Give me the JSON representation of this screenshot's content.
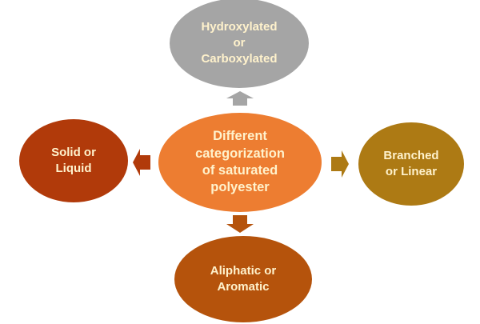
{
  "center": {
    "lines": [
      "Different",
      "categorization",
      "of saturated",
      "polyester"
    ],
    "color": "#ED7D31"
  },
  "top": {
    "lines": [
      "Hydroxylated",
      "or",
      "Carboxylated"
    ],
    "color": "#A5A5A5"
  },
  "left": {
    "lines": [
      "Solid or",
      "Liquid"
    ],
    "color": "#B13A0A"
  },
  "right": {
    "lines": [
      "Branched",
      "or Linear"
    ],
    "color": "#AD7A14"
  },
  "bottom": {
    "lines": [
      "Aliphatic or",
      "Aromatic"
    ],
    "color": "#B5530C"
  },
  "text_color": "#FFF2CC"
}
